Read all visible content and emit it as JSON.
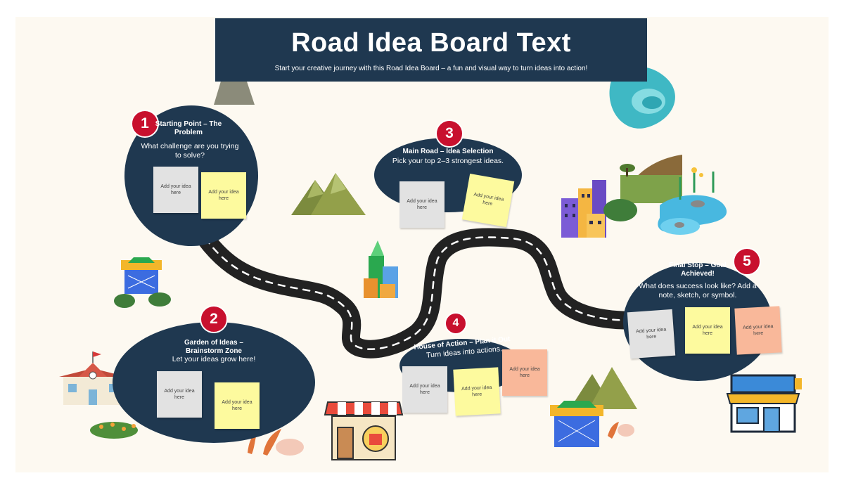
{
  "title": "Road Idea Board Text",
  "subtitle": "Start your creative journey with this Road Idea Board – a fun and visual way to turn ideas into action!",
  "colors": {
    "navy": "#1f3850",
    "badge_red": "#c8102e",
    "sticky_gray": "#e2e2e2",
    "sticky_yellow": "#fdfa9e",
    "sticky_peach": "#f9b89a",
    "road": "#222222"
  },
  "stops": [
    {
      "number": "1",
      "title": "Starting Point – The Problem",
      "text": "What challenge are you trying to solve?",
      "notes": [
        "Add your idea here",
        "Add your idea here"
      ]
    },
    {
      "number": "2",
      "title": "Garden of Ideas – Brainstorm Zone",
      "text": "Let your ideas grow here!",
      "notes": [
        "Add your idea here",
        "Add your idea here"
      ]
    },
    {
      "number": "3",
      "title": "Main Road – Idea Selection",
      "text": "Pick your top 2–3 strongest ideas.",
      "notes": [
        "Add your idea here",
        "Add your idea here"
      ]
    },
    {
      "number": "4",
      "title": "House of Action – Plan it Out",
      "text": "Turn ideas into actions.",
      "notes": [
        "Add your idea here",
        "Add your idea here",
        "Add your idea here"
      ]
    },
    {
      "number": "5",
      "title": "Final Stop – Goal Achieved!",
      "text": "What does success look like? Add a note, sketch, or symbol.",
      "notes": [
        "Add your idea here",
        "Add your idea here",
        "Add your idea here"
      ]
    }
  ],
  "icons": [
    "volcano-icon",
    "lake-icon",
    "mountains-icon",
    "city-skyline-icon",
    "nature-landscape-icon",
    "shopping-basket-store-icon",
    "skyscraper-icon",
    "school-building-icon",
    "flower-bush-icon",
    "plants-icon",
    "gift-shop-icon",
    "storefront-icon"
  ]
}
